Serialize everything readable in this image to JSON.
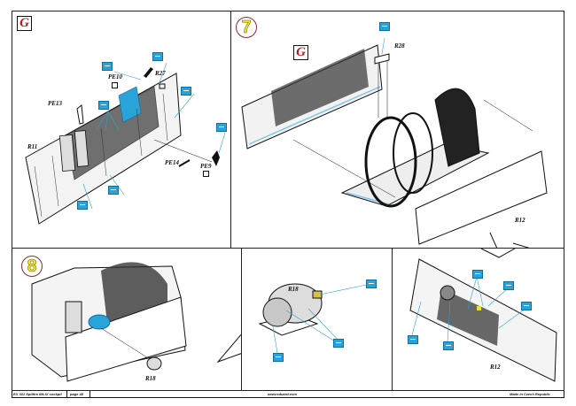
{
  "document": {
    "type": "assembly instruction sheet",
    "panels": [
      {
        "id": "panel-g",
        "badge": "G",
        "part_labels": [
          "PE10",
          "R27",
          "PE13",
          "R11",
          "PE14",
          "PE9"
        ]
      },
      {
        "id": "panel-step-7",
        "step_number": "7",
        "badge": "G",
        "part_labels": [
          "R28",
          "R12"
        ]
      },
      {
        "id": "panel-step-8",
        "step_number": "8",
        "part_labels": [
          "R18"
        ]
      },
      {
        "id": "panel-detail-r18",
        "part_labels": [
          "R18"
        ]
      },
      {
        "id": "panel-detail-r12",
        "part_labels": [
          "R12"
        ]
      }
    ],
    "footer": {
      "product": "EX 331  Spitfire Mk.IX cockpit",
      "page": "page 48",
      "website": "www.eduard.com",
      "origin": "Made in Czech Republic"
    },
    "colors": {
      "callout_blue": "#2aa4d8",
      "badge_red": "#c0141c",
      "step_yellow": "#f2e32a"
    }
  }
}
